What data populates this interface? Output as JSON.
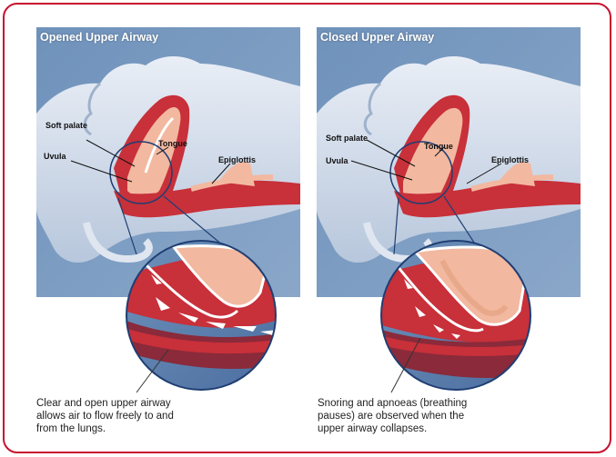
{
  "panels": {
    "left": {
      "title": "Opened Upper Airway",
      "labels": {
        "soft_palate": "Soft palate",
        "uvula": "Uvula",
        "tongue": "Tongue",
        "epiglottis": "Epiglottis"
      },
      "caption": [
        "Clear and open upper airway",
        "allows air to flow freely to and",
        "from the lungs."
      ]
    },
    "right": {
      "title": "Closed Upper Airway",
      "labels": {
        "soft_palate": "Soft palate",
        "uvula": "Uvula",
        "tongue": "Tongue",
        "epiglottis": "Epiglottis"
      },
      "caption": [
        "Snoring and apnoeas (breathing",
        "pauses) are observed when the",
        "upper airway collapses."
      ]
    }
  },
  "colors": {
    "frame": "#c8102e",
    "background_blue": "#7e9dc0",
    "tissue_red": "#c8303a",
    "tissue_pink": "#f2b8a0",
    "airflow_white": "#ffffff"
  }
}
